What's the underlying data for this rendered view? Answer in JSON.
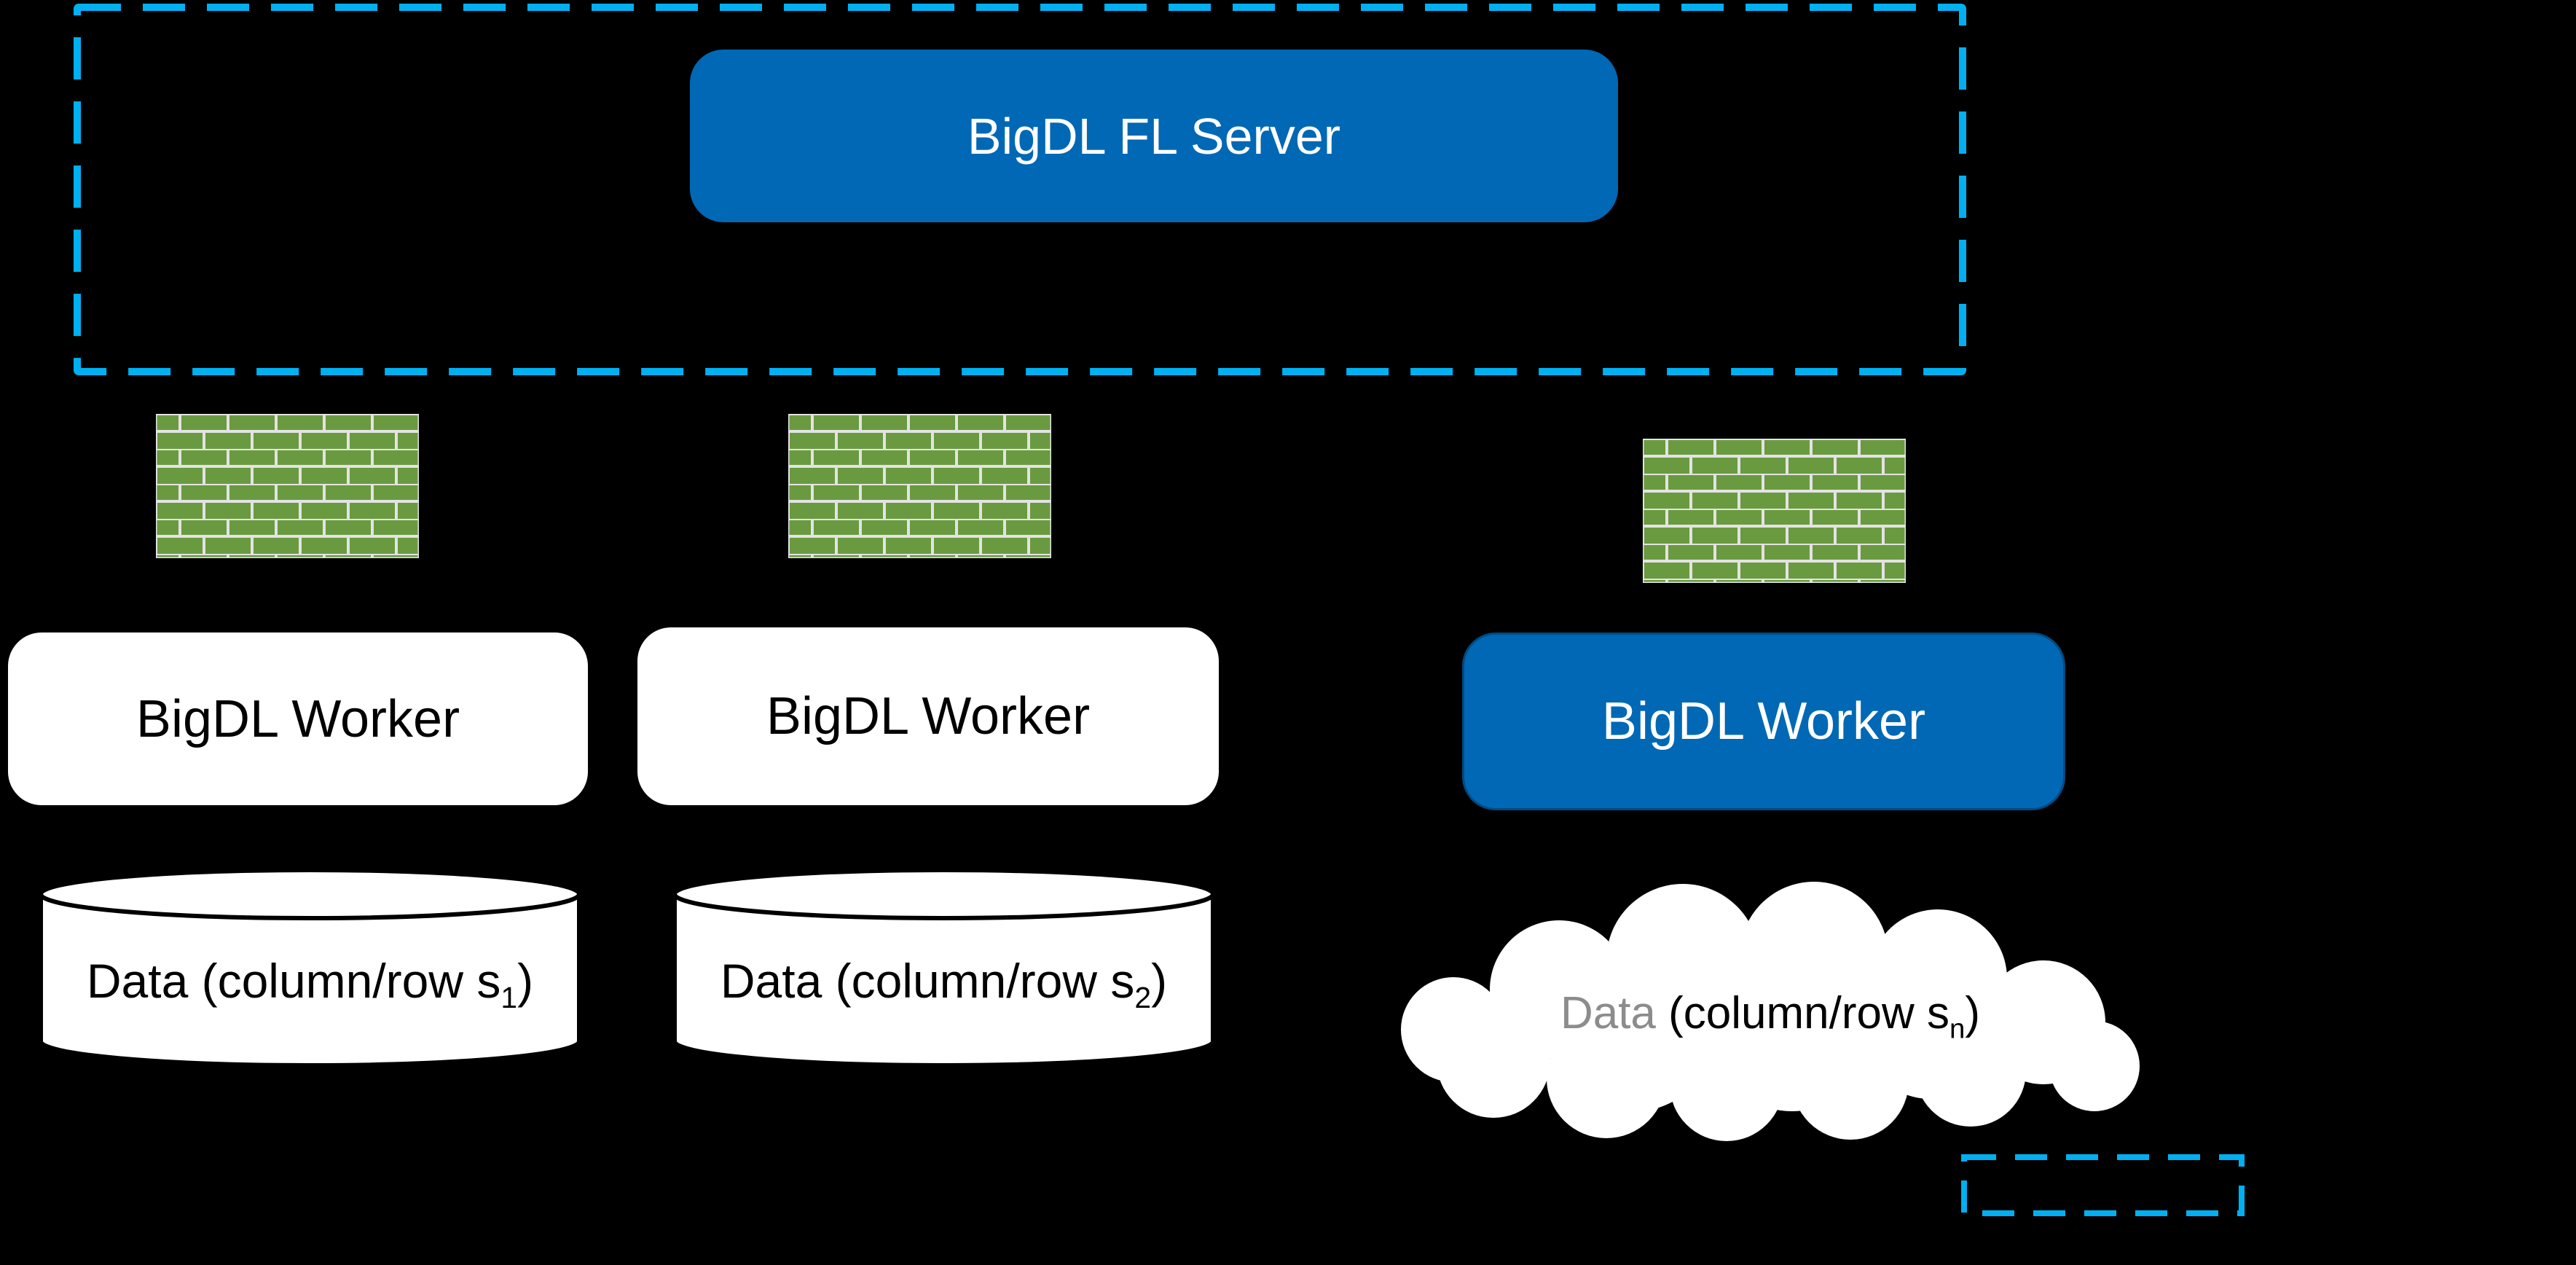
{
  "server": {
    "label": "BigDL FL Server"
  },
  "workers": [
    {
      "label": "BigDL Worker",
      "variant": "white"
    },
    {
      "label": "BigDL Worker",
      "variant": "white"
    },
    {
      "label": "BigDL Worker",
      "variant": "blue"
    }
  ],
  "datastores": [
    {
      "shape": "cylinder",
      "lead": "",
      "pre": "Data (column/row s",
      "sub": "1",
      "post": ")"
    },
    {
      "shape": "cylinder",
      "lead": "",
      "pre": "Data (column/row s",
      "sub": "2",
      "post": ")"
    },
    {
      "shape": "cloud",
      "lead": "Data",
      "pre": " (column/row s",
      "sub": "n",
      "post": ")"
    }
  ],
  "icons": {
    "firewall": "brick-wall"
  },
  "colors": {
    "background": "#000000",
    "intel_blue": "#0068b5",
    "dashed_cyan": "#00b0f0",
    "brick_green": "#6a9a3f",
    "brick_mortar": "#e3e3e3",
    "node_white": "#ffffff",
    "cloud_lead_gray": "#8c8c8c"
  }
}
